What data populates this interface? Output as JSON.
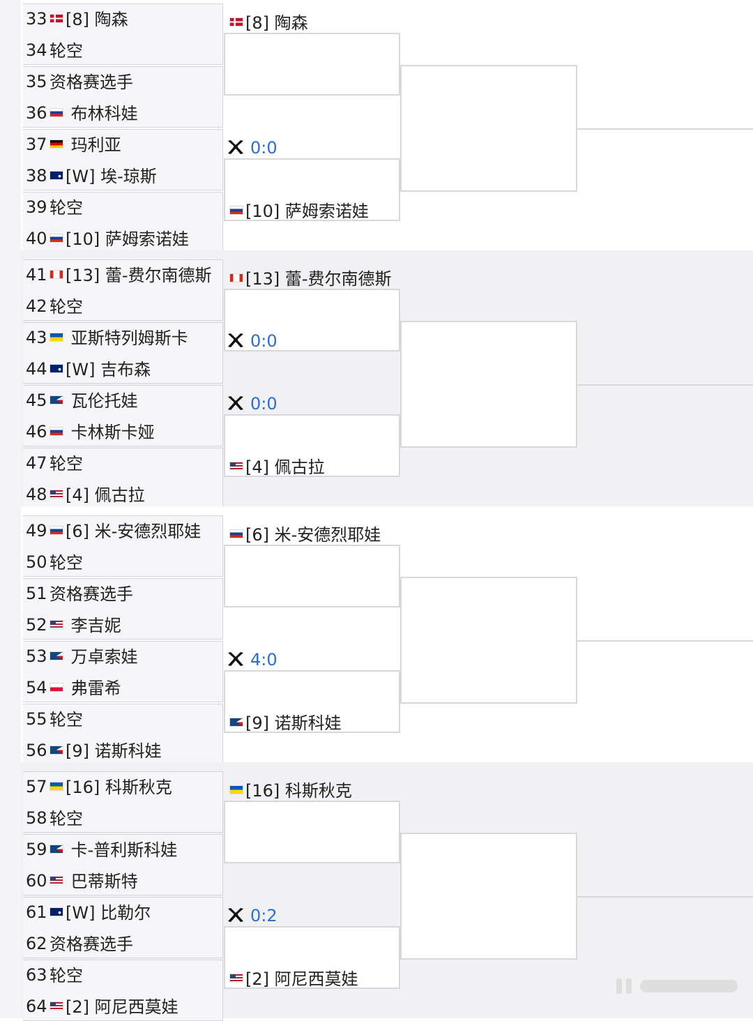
{
  "blocks": [
    {
      "slots": [
        {
          "num": "33",
          "flag": "dk",
          "name": "[8] 陶森"
        },
        {
          "num": "34",
          "flag": "",
          "name": "轮空"
        },
        {
          "num": "35",
          "flag": "",
          "name": "资格赛选手"
        },
        {
          "num": "36",
          "flag": "ru",
          "name": " 布林科娃"
        },
        {
          "num": "37",
          "flag": "de",
          "name": " 玛利亚"
        },
        {
          "num": "38",
          "flag": "au",
          "name": "[W] 埃-琼斯"
        },
        {
          "num": "39",
          "flag": "",
          "name": "轮空"
        },
        {
          "num": "40",
          "flag": "ru",
          "name": "[10] 萨姆索诺娃"
        }
      ],
      "r2": [
        {
          "type": "player",
          "flag": "dk",
          "text": "[8] 陶森"
        },
        {
          "type": "score",
          "text": "0:0"
        },
        {
          "type": "player",
          "flag": "ru",
          "text": "[10] 萨姆索诺娃"
        }
      ]
    },
    {
      "slots": [
        {
          "num": "41",
          "flag": "ca",
          "name": "[13] 蕾-费尔南德斯"
        },
        {
          "num": "42",
          "flag": "",
          "name": "轮空"
        },
        {
          "num": "43",
          "flag": "ua",
          "name": " 亚斯特列姆斯卡"
        },
        {
          "num": "44",
          "flag": "au",
          "name": "[W] 吉布森"
        },
        {
          "num": "45",
          "flag": "cz",
          "name": " 瓦伦托娃"
        },
        {
          "num": "46",
          "flag": "ru",
          "name": " 卡林斯卡娅"
        },
        {
          "num": "47",
          "flag": "",
          "name": "轮空"
        },
        {
          "num": "48",
          "flag": "us",
          "name": "[4] 佩古拉"
        }
      ],
      "r2": [
        {
          "type": "player",
          "flag": "ca",
          "text": "[13] 蕾-费尔南德斯"
        },
        {
          "type": "score",
          "text": "0:0"
        },
        {
          "type": "score",
          "text": "0:0"
        },
        {
          "type": "player",
          "flag": "us",
          "text": "[4] 佩古拉"
        }
      ]
    },
    {
      "slots": [
        {
          "num": "49",
          "flag": "ru",
          "name": "[6] 米-安德烈耶娃"
        },
        {
          "num": "50",
          "flag": "",
          "name": "轮空"
        },
        {
          "num": "51",
          "flag": "",
          "name": "资格赛选手"
        },
        {
          "num": "52",
          "flag": "us",
          "name": " 李吉妮"
        },
        {
          "num": "53",
          "flag": "cz",
          "name": " 万卓索娃"
        },
        {
          "num": "54",
          "flag": "pl",
          "name": " 弗雷希"
        },
        {
          "num": "55",
          "flag": "",
          "name": "轮空"
        },
        {
          "num": "56",
          "flag": "cz",
          "name": "[9] 诺斯科娃"
        }
      ],
      "r2": [
        {
          "type": "player",
          "flag": "ru",
          "text": "[6] 米-安德烈耶娃"
        },
        {
          "type": "score",
          "text": "4:0"
        },
        {
          "type": "player",
          "flag": "cz",
          "text": "[9] 诺斯科娃"
        }
      ]
    },
    {
      "slots": [
        {
          "num": "57",
          "flag": "ua",
          "name": "[16] 科斯秋克"
        },
        {
          "num": "58",
          "flag": "",
          "name": "轮空"
        },
        {
          "num": "59",
          "flag": "cz",
          "name": " 卡-普利斯科娃"
        },
        {
          "num": "60",
          "flag": "us",
          "name": " 巴蒂斯特"
        },
        {
          "num": "61",
          "flag": "au",
          "name": "[W] 比勒尔"
        },
        {
          "num": "62",
          "flag": "",
          "name": "资格赛选手"
        },
        {
          "num": "63",
          "flag": "",
          "name": "轮空"
        },
        {
          "num": "64",
          "flag": "us",
          "name": "[2] 阿尼西莫娃"
        }
      ],
      "r2": [
        {
          "type": "player",
          "flag": "ua",
          "text": "[16] 科斯秋克"
        },
        {
          "type": "score",
          "text": "0:2"
        },
        {
          "type": "player",
          "flag": "us",
          "text": "[2] 阿尼西莫娃"
        }
      ]
    }
  ],
  "flag_colors": {
    "dk": [
      "#c8102e",
      "#ffffff"
    ],
    "ru": [
      "#ffffff",
      "#1c3f94",
      "#d52b1e"
    ],
    "de": [
      "#000000",
      "#dd0000",
      "#ffce00"
    ],
    "au": [
      "#012169",
      "#ffffff"
    ],
    "ca": [
      "#d52b1e",
      "#ffffff"
    ],
    "ua": [
      "#0057b7",
      "#ffd700"
    ],
    "cz": [
      "#ffffff",
      "#d7141a",
      "#11457e"
    ],
    "us": [
      "#b22234",
      "#ffffff",
      "#3c3b6e"
    ],
    "pl": [
      "#ffffff",
      "#dc143c"
    ]
  },
  "icons": {
    "match_icon": "crossed-racket-icon",
    "watermark": "weibo-watermark"
  }
}
